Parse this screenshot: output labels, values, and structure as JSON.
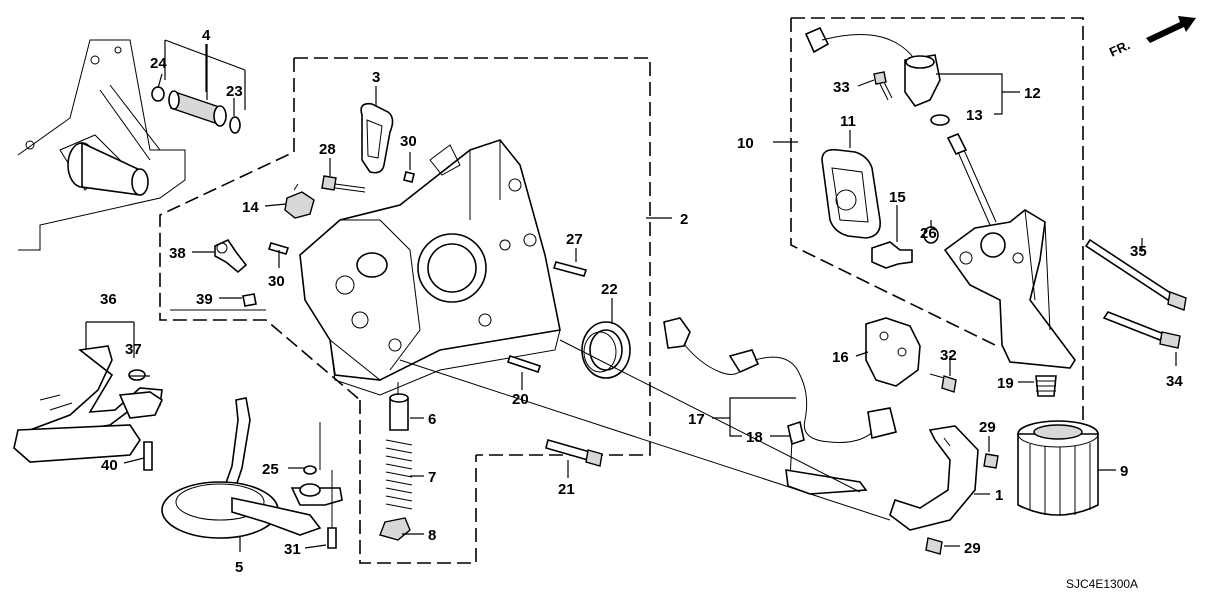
{
  "diagram": {
    "direction_marker": "FR.",
    "drawing_code": "SJC4E1300A",
    "callouts": {
      "c1": "1",
      "c2": "2",
      "c3": "3",
      "c4": "4",
      "c5": "5",
      "c6": "6",
      "c7": "7",
      "c8": "8",
      "c9": "9",
      "c10": "10",
      "c11": "11",
      "c12": "12",
      "c13": "13",
      "c14": "14",
      "c15": "15",
      "c16": "16",
      "c17": "17",
      "c18": "18",
      "c19": "19",
      "c20": "20",
      "c21": "21",
      "c22": "22",
      "c23": "23",
      "c24": "24",
      "c25": "25",
      "c26": "26",
      "c27": "27",
      "c28": "28",
      "c29a": "29",
      "c29b": "29",
      "c30a": "30",
      "c30b": "30",
      "c31": "31",
      "c32": "32",
      "c33": "33",
      "c34": "34",
      "c35": "35",
      "c36": "36",
      "c37": "37",
      "c38": "38",
      "c39": "39",
      "c40": "40"
    }
  }
}
